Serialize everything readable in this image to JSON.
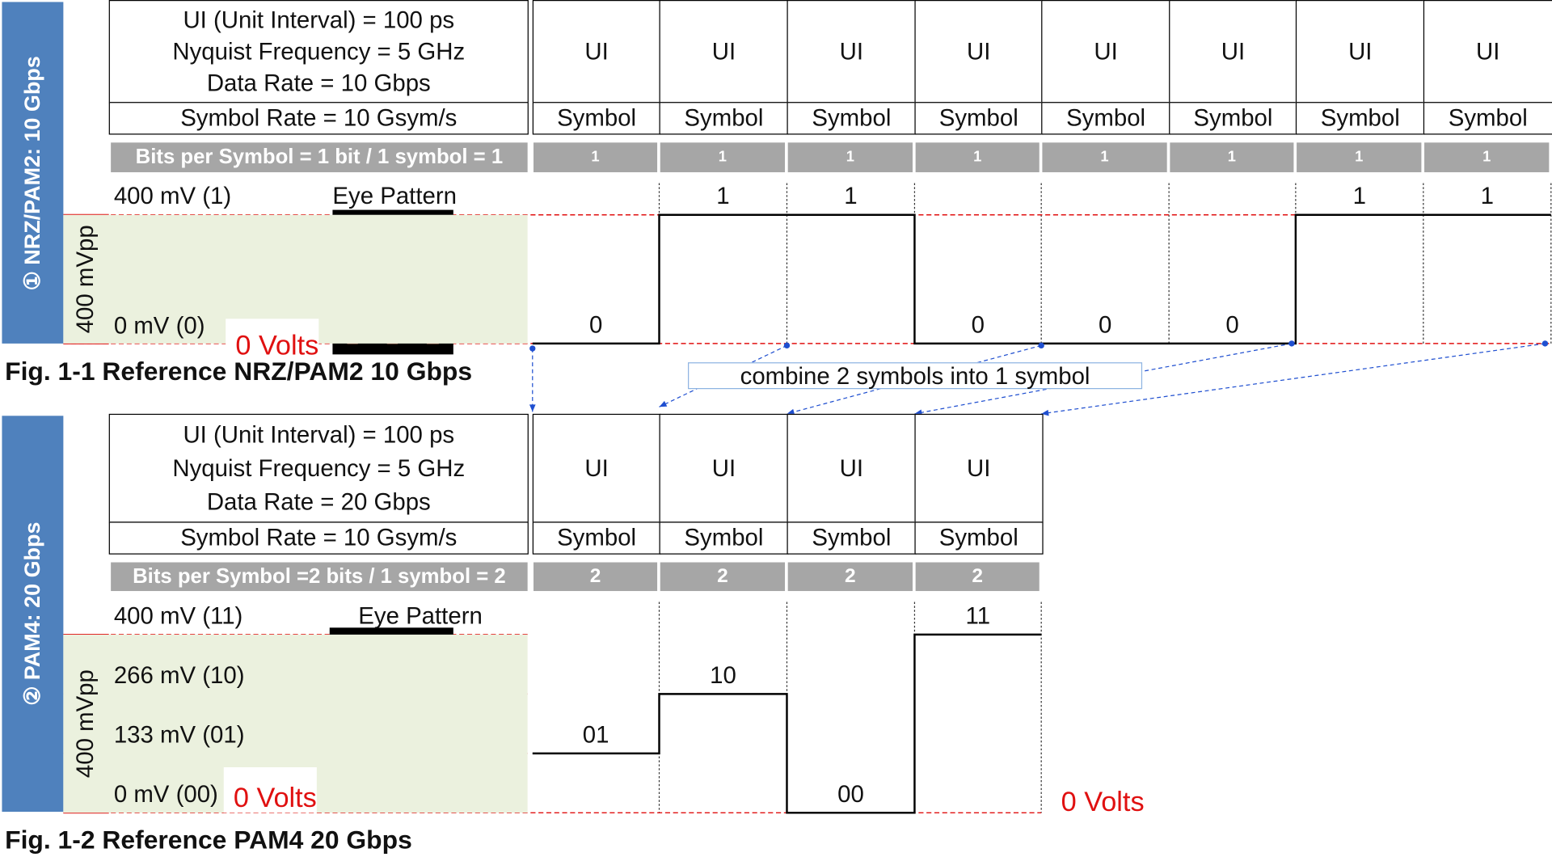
{
  "sections": [
    {
      "side_label": "① NRZ/PAM2: 10 Gbps",
      "info": [
        "UI (Unit Interval) = 100 ps",
        "Nyquist Frequency = 5 GHz",
        "Data Rate = 10 Gbps"
      ],
      "symbol_rate": "Symbol Rate = 10 Gsym/s",
      "bits_per_symbol": "Bits per Symbol = 1 bit / 1 symbol = 1",
      "column_ui": "UI",
      "column_symbol": "Symbol",
      "column_bits": "1",
      "levels": [
        "400 mV (1)",
        "0 mV (0)"
      ],
      "level_codes": [
        "1",
        "0"
      ],
      "symbols": [
        "0",
        "1",
        "1",
        "0",
        "0",
        "0",
        "1",
        "1"
      ],
      "eye_label": "Eye Pattern",
      "zero_volts": "0 Volts",
      "swing": "400 mVpp",
      "caption": "Fig. 1-1 Reference NRZ/PAM2 10 Gbps"
    },
    {
      "side_label": "② PAM4: 20 Gbps",
      "info": [
        "UI (Unit Interval) = 100 ps",
        "Nyquist Frequency = 5 GHz",
        "Data Rate = 20 Gbps"
      ],
      "symbol_rate": "Symbol Rate = 10 Gsym/s",
      "bits_per_symbol": "Bits per Symbol =2 bits / 1 symbol = 2",
      "column_ui": "UI",
      "column_symbol": "Symbol",
      "column_bits": "2",
      "levels": [
        "400 mV (11)",
        "266 mV (10)",
        "133 mV (01)",
        "0 mV (00)"
      ],
      "level_codes": [
        "11",
        "10",
        "01",
        "00"
      ],
      "symbols": [
        "01",
        "10",
        "00",
        "11"
      ],
      "eye_label": "Eye Pattern",
      "zero_volts": "0 Volts",
      "zero_volts_right": "0 Volts",
      "swing": "400 mVpp",
      "caption": "Fig. 1-2 Reference PAM4 20 Gbps"
    }
  ],
  "callout": "combine 2 symbols into 1 symbol",
  "colors": {
    "side_bar": "#4f81bd",
    "band": "#ebf1de",
    "gray_bar": "#a6a6a6",
    "red": "#e01010",
    "arrow_blue": "#1f4fd0"
  }
}
